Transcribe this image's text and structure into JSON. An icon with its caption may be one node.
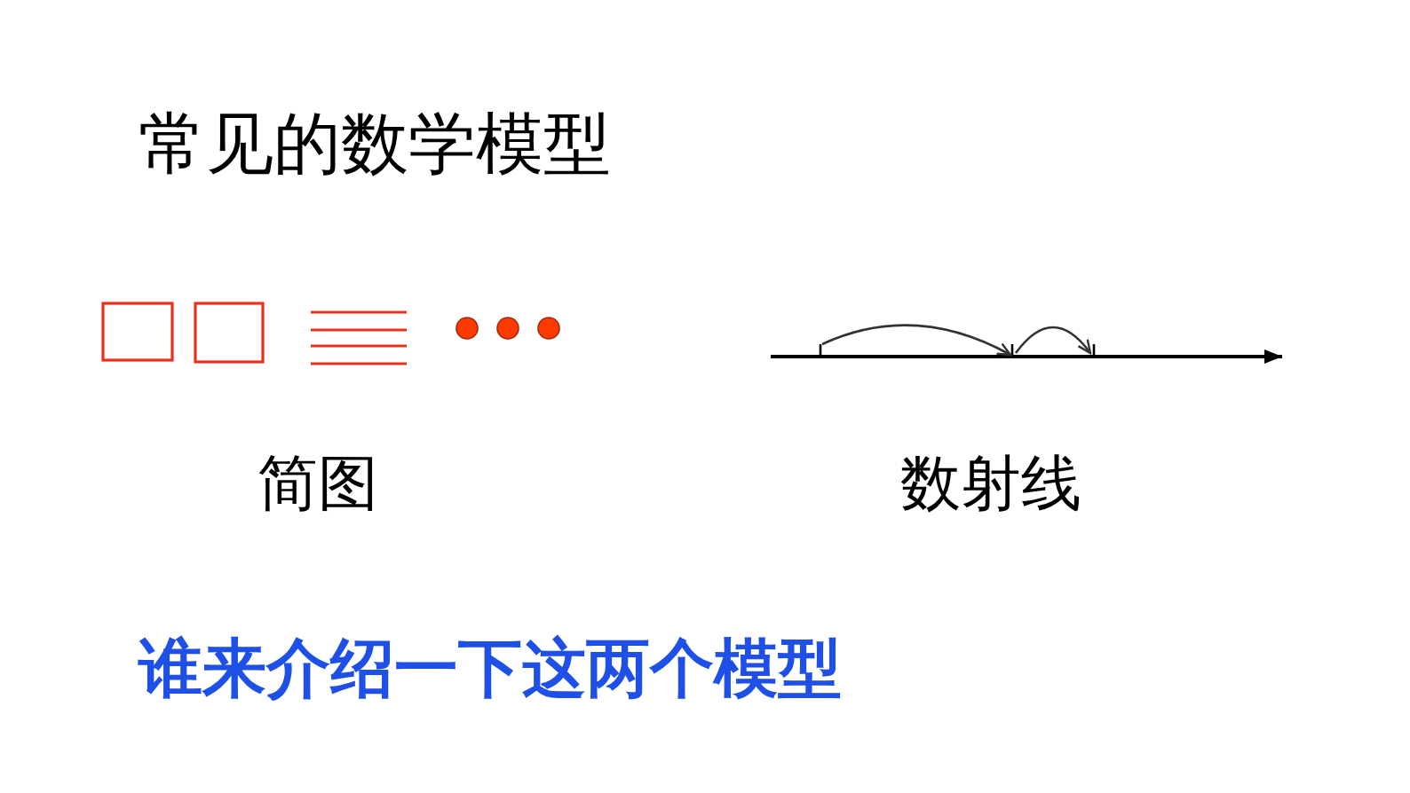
{
  "diagram": {
    "title": "常见的数学模型",
    "labels": [
      "简图",
      "数射线",
      "谁来介绍一下这两个模型"
    ]
  }
}
